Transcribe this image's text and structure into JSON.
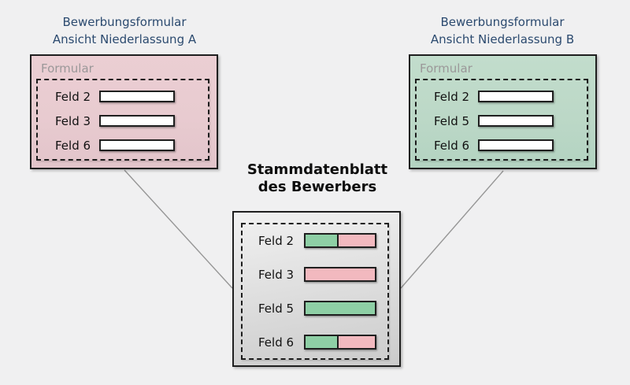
{
  "colors": {
    "background": "#f0f0f1",
    "panel_a_fill": "#e8cbd0",
    "panel_b_fill": "#bcd8c7",
    "bar_green": "#8ecfa5",
    "bar_pink": "#f2b9bf",
    "title_blue": "#2b4a6f",
    "connector_gray": "#969696"
  },
  "panel_a": {
    "title_line1": "Bewerbungsformular",
    "title_line2": "Ansicht Niederlassung A",
    "group_label": "Formular",
    "fields": [
      {
        "label": "Feld 2"
      },
      {
        "label": "Feld 3"
      },
      {
        "label": "Feld 6"
      }
    ]
  },
  "panel_b": {
    "title_line1": "Bewerbungsformular",
    "title_line2": "Ansicht Niederlassung B",
    "group_label": "Formular",
    "fields": [
      {
        "label": "Feld 2"
      },
      {
        "label": "Feld 5"
      },
      {
        "label": "Feld 6"
      }
    ]
  },
  "center": {
    "title_line1": "Stammdatenblatt",
    "title_line2": "des Bewerbers",
    "fields": [
      {
        "label": "Feld 2",
        "segments": [
          {
            "color": "#8ecfa5",
            "pct": 48
          },
          {
            "color": "#f2b9bf",
            "pct": 52
          }
        ]
      },
      {
        "label": "Feld 3",
        "segments": [
          {
            "color": "#f2b9bf",
            "pct": 100
          }
        ]
      },
      {
        "label": "Feld 5",
        "segments": [
          {
            "color": "#8ecfa5",
            "pct": 100
          }
        ]
      },
      {
        "label": "Feld 6",
        "segments": [
          {
            "color": "#8ecfa5",
            "pct": 48
          },
          {
            "color": "#f2b9bf",
            "pct": 52
          }
        ]
      }
    ]
  },
  "connectors": [
    {
      "from": "panel_a",
      "to": "stammdatenblatt"
    },
    {
      "from": "panel_b",
      "to": "stammdatenblatt"
    }
  ]
}
